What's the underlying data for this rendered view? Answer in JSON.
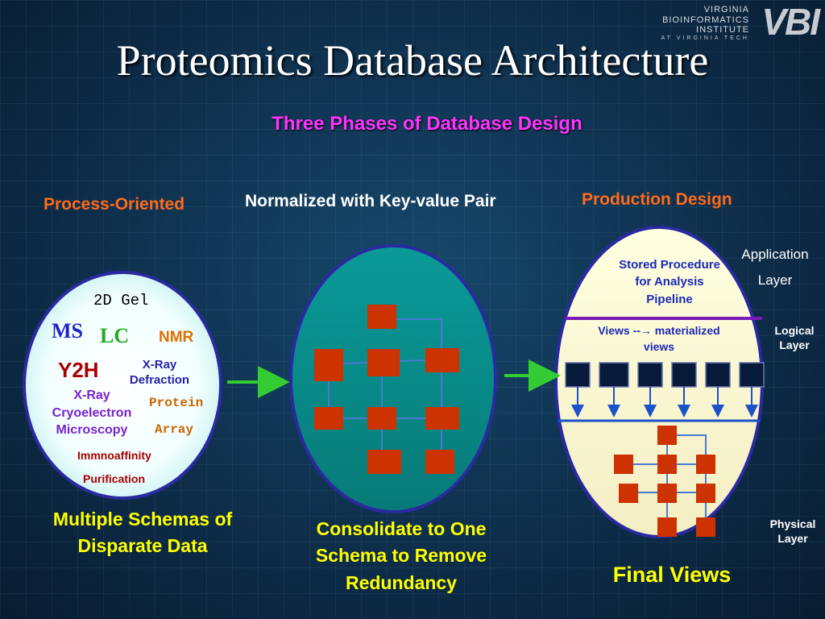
{
  "logo": {
    "line1": "VIRGINIA",
    "line2": "BIOINFORMATICS",
    "line3": "INSTITUTE",
    "line4": "AT VIRGINIA TECH",
    "mark": "VBI"
  },
  "title": "Proteomics Database Architecture",
  "subtitle": "Three Phases of Database Design",
  "headers": {
    "process": "Process-Oriented",
    "normalized": "Normalized with Key-value Pair",
    "production": "Production Design"
  },
  "left_oval": {
    "gel": "2D Gel",
    "ms": "MS",
    "lc": "LC",
    "nmr": "NMR",
    "y2h": "Y2H",
    "xray_defraction": [
      "X-Ray",
      "Defraction"
    ],
    "xray_cryo": [
      "X-Ray",
      "Cryoelectron",
      "Microscopy"
    ],
    "protein": "Protein",
    "array": "Array",
    "immno": "Immnoaffinity",
    "purification": "Purification"
  },
  "right_oval": {
    "stored": [
      "Stored Procedure",
      "for Analysis",
      "Pipeline"
    ],
    "views": "Views --→  materialized",
    "views2": "views"
  },
  "layers": {
    "application": [
      "Application",
      "Layer"
    ],
    "logical": [
      "Logical",
      "Layer"
    ],
    "physical": [
      "Physical",
      "Layer"
    ]
  },
  "captions": {
    "left": [
      "Multiple Schemas of",
      "Disparate Data"
    ],
    "middle": [
      "Consolidate to One",
      "Schema to Remove",
      "Redundancy"
    ],
    "right": "Final Views"
  },
  "colors": {
    "node": "#cc3300",
    "oval_border": "#2a2aa0",
    "middle_oval": "#0a8c8c",
    "arrow": "#33cc33"
  }
}
